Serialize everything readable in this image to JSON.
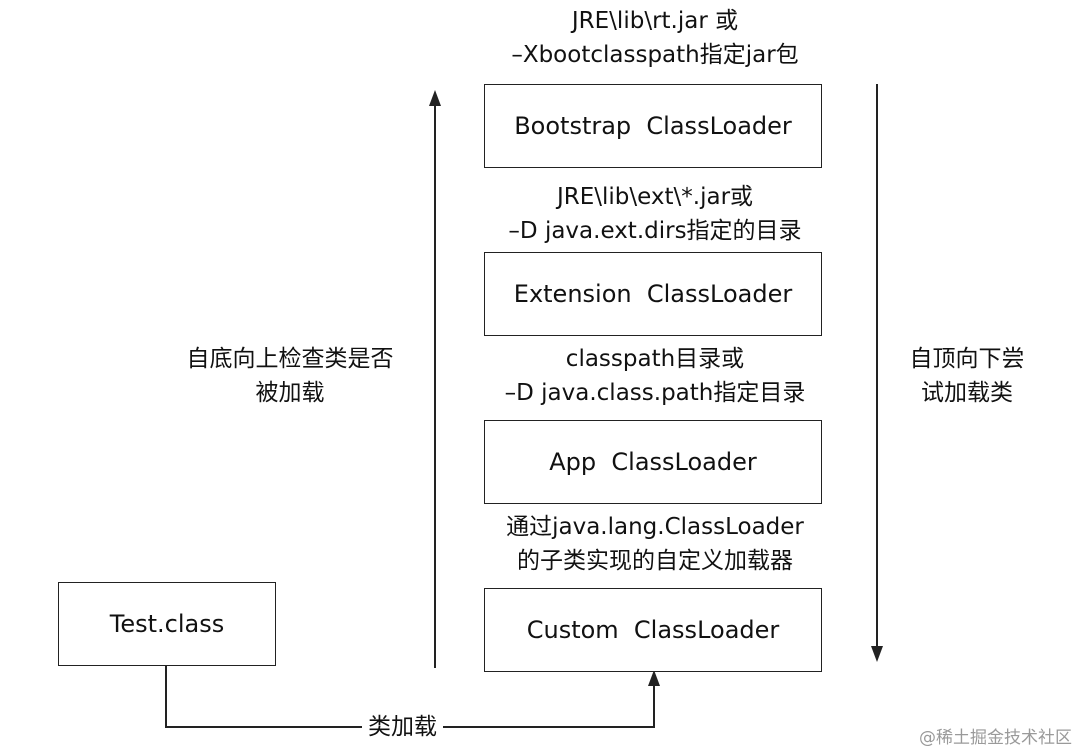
{
  "loaders": {
    "bootstrap": {
      "label": "Bootstrap  ClassLoader",
      "note": [
        "JRE\\lib\\rt.jar 或",
        "–Xbootclasspath指定jar包"
      ]
    },
    "extension": {
      "label": "Extension  ClassLoader",
      "note": [
        "JRE\\lib\\ext\\*.jar或",
        "–D java.ext.dirs指定的目录"
      ]
    },
    "app": {
      "label": "App  ClassLoader",
      "note": [
        "classpath目录或",
        "–D java.class.path指定目录"
      ]
    },
    "custom": {
      "label": "Custom  ClassLoader",
      "note": [
        "通过java.lang.ClassLoader",
        "的子类实现的自定义加载器"
      ]
    }
  },
  "source": {
    "label": "Test.class"
  },
  "flows": {
    "bottom_up": [
      "自底向上检查类是否",
      "被加载"
    ],
    "top_down": [
      "自顶向下尝",
      "试加载类"
    ],
    "load": "类加载"
  },
  "watermark": "@稀土掘金技术社区"
}
